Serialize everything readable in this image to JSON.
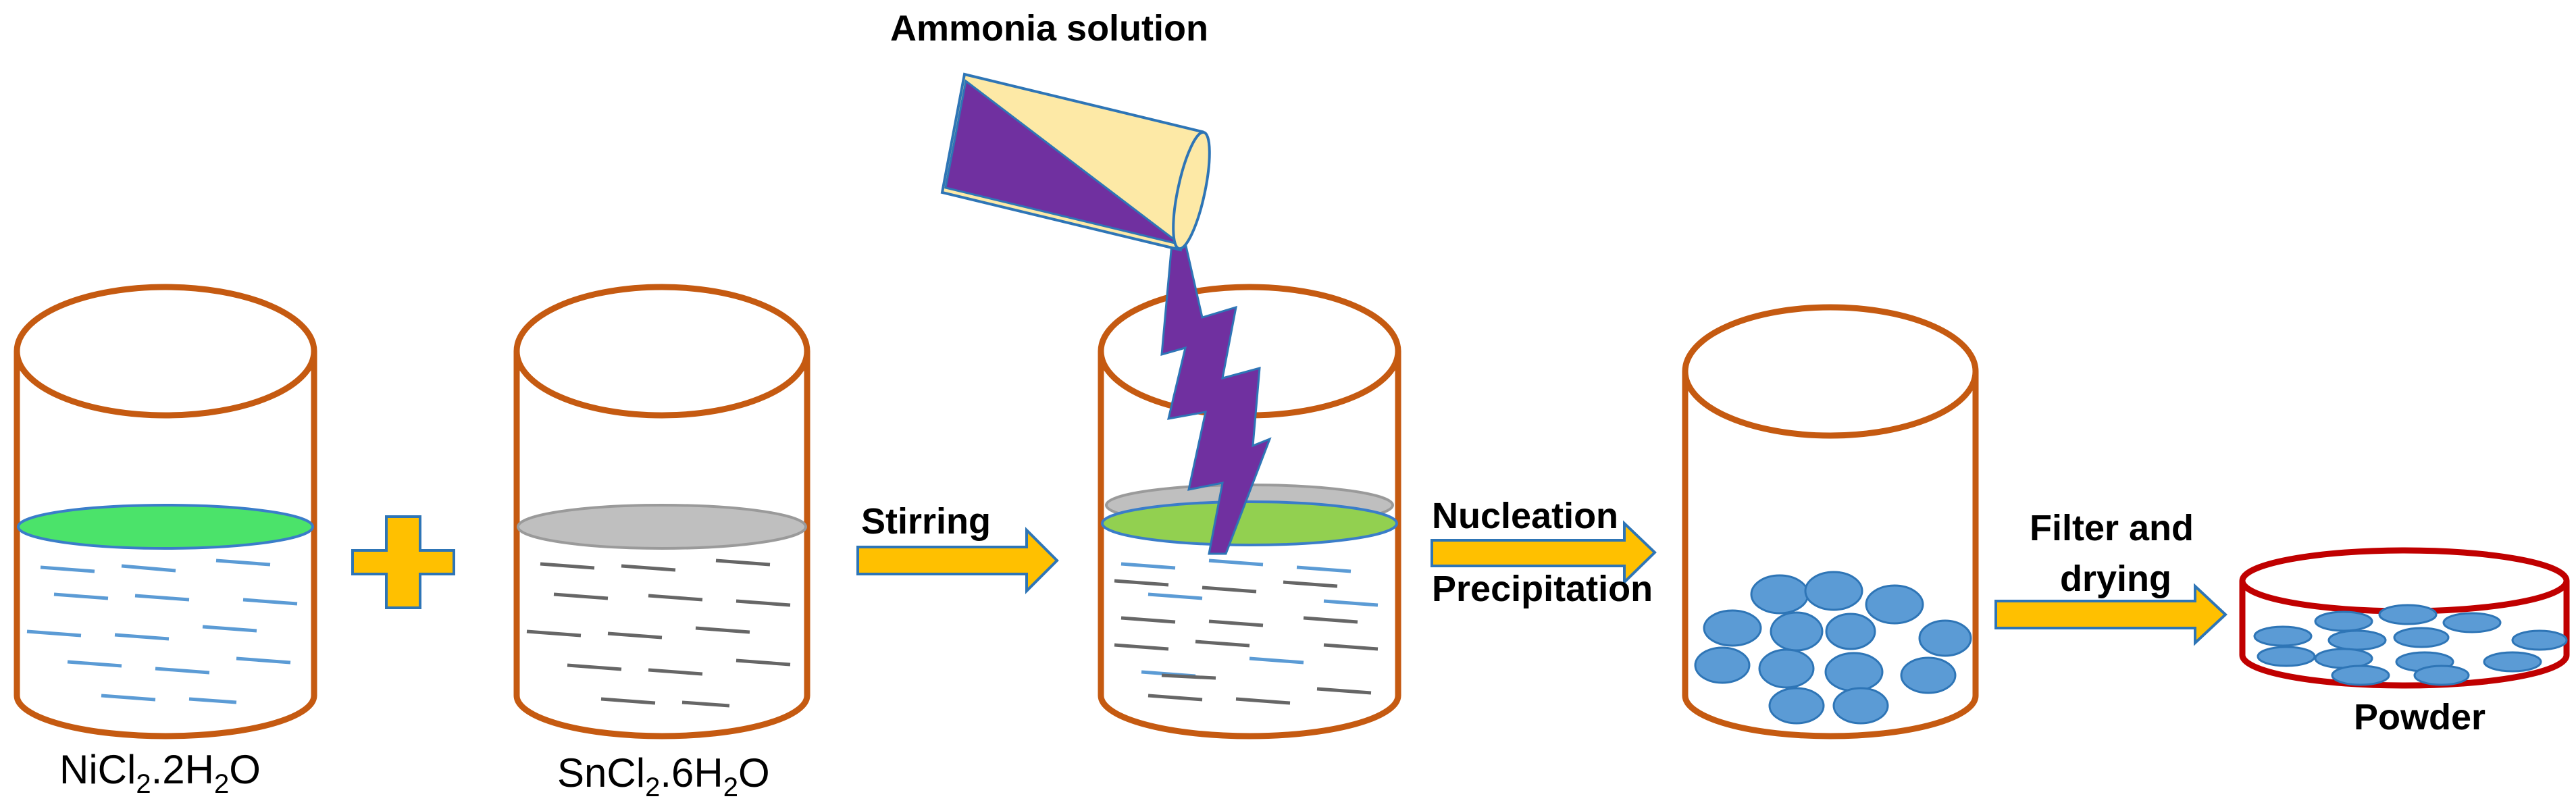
{
  "labels": {
    "ammonia": "Ammonia solution",
    "stirring": "Stirring",
    "nucleation": "Nucleation",
    "precipitation": "Precipitation",
    "filter_line1": "Filter and",
    "filter_line2": "drying",
    "powder": "Powder"
  },
  "formulas": {
    "nicl2": {
      "p1": "NiCl",
      "s1": "2",
      "p2": ".2H",
      "s2": "2",
      "p3": "O"
    },
    "sncl2": {
      "p1": "SnCl",
      "s1": "2",
      "p2": ".6H",
      "s2": "2",
      "p3": "O"
    }
  },
  "colors": {
    "beaker_outline": "#c55a11",
    "dish_outline": "#c00000",
    "nicl2_solution": "#4be36a",
    "sncl2_solution": "#bfbfbf",
    "mixed_solution": "#92d050",
    "ammonia_stream": "#7030a0",
    "tube_fill": "#fde9a6",
    "arrow_fill": "#ffc000",
    "arrow_outline": "#2e75b6",
    "particle": "#5b9bd5",
    "line_blue": "#5b9bd5",
    "line_gray": "#666666"
  }
}
